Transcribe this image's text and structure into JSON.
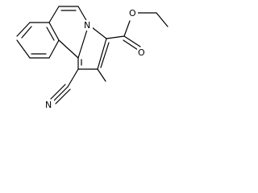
{
  "molecule": {
    "atoms": {
      "n_ring": "N",
      "o_carbonyl": "O",
      "o_ester": "O",
      "n_nitrile": "N"
    }
  }
}
